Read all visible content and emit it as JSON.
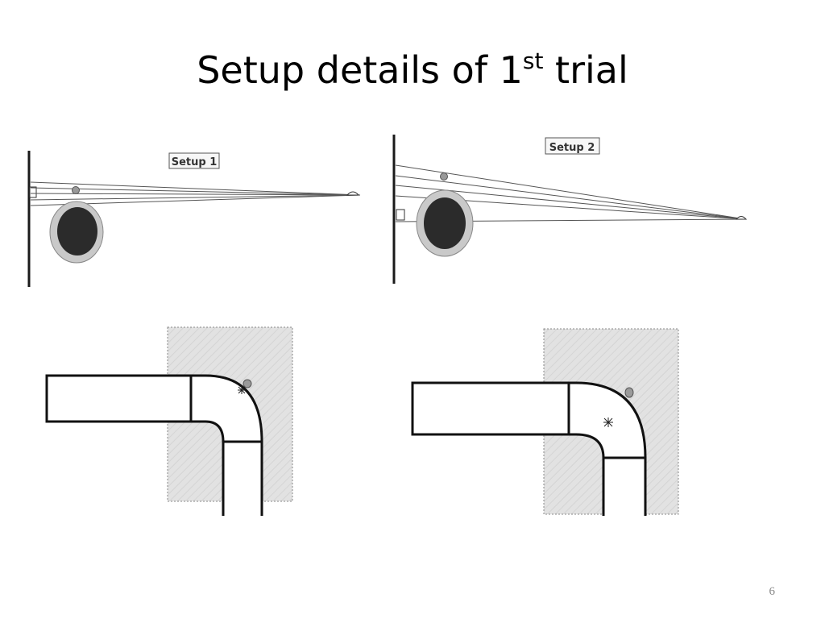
{
  "title": {
    "text": "Setup details of 1",
    "superscript": "st",
    "suffix": " trial"
  },
  "setups": [
    {
      "label": "Setup 1"
    },
    {
      "label": "Setup 2"
    }
  ],
  "page_number": "6"
}
